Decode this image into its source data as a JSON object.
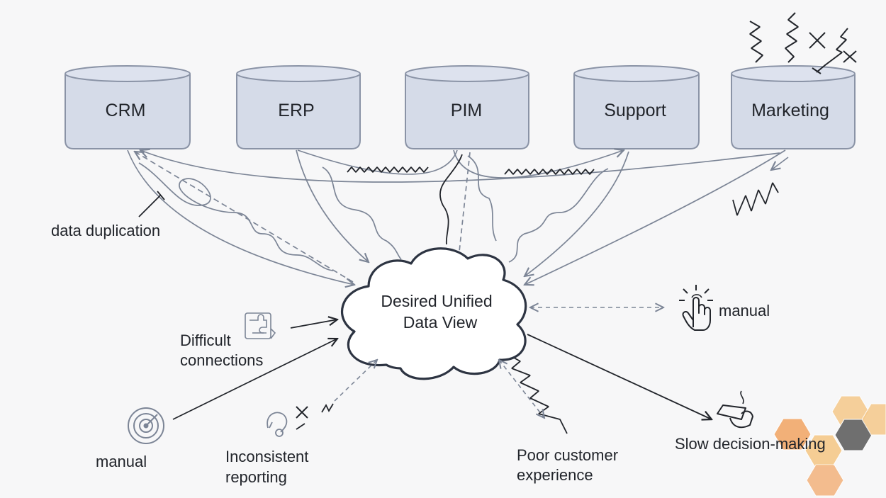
{
  "systems": {
    "crm": "CRM",
    "erp": "ERP",
    "pim": "PIM",
    "support": "Support",
    "marketing": "Marketing"
  },
  "center": {
    "line1": "Desired Unified",
    "line2": "Data View"
  },
  "labels": {
    "data_duplication": "data duplication",
    "difficult_line1": "Difficult",
    "difficult_line2": "connections",
    "manual_left": "manual",
    "inconsistent_line1": "Inconsistent",
    "inconsistent_line2": "reporting",
    "poor_line1": "Poor customer",
    "poor_line2": "experience",
    "manual_right": "manual",
    "slow": "Slow decision-making"
  },
  "colors": {
    "db_fill": "#d5dbe8",
    "db_stroke": "#8a93a6",
    "line": "#7c8596",
    "dark": "#22252b",
    "hex_orange": "#f2a96b",
    "hex_yellow": "#f5c98a",
    "hex_gray": "#6f6f6f"
  }
}
